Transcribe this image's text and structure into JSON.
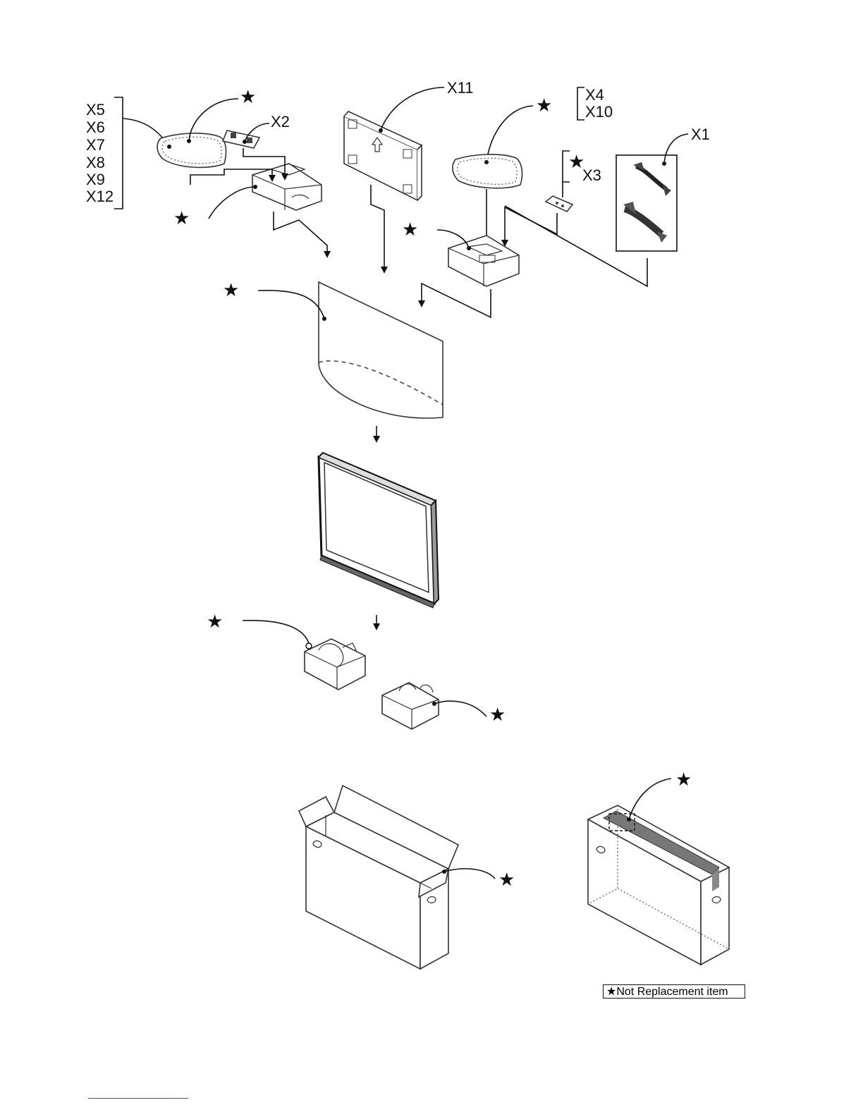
{
  "labels": {
    "x1": "X1",
    "x2": "X2",
    "x3": "X3",
    "x11": "X11",
    "group_left": [
      "X5",
      "X6",
      "X7",
      "X8",
      "X9",
      "X12"
    ],
    "group_right": [
      "X4",
      "X10"
    ]
  },
  "star_glyph": "★",
  "legend": {
    "star": "★",
    "text": "Not Replacement item"
  },
  "icons": {
    "part_marker": "star-icon"
  }
}
